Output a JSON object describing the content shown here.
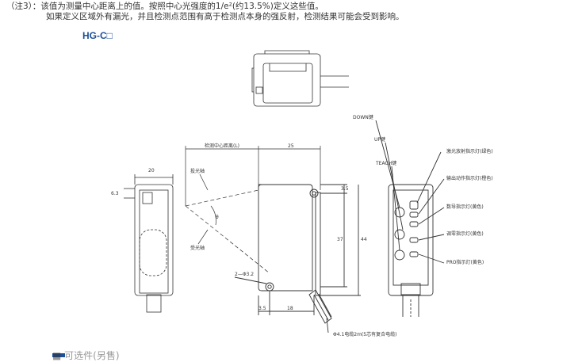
{
  "notes": {
    "line1": "（注3）：该值为测量中心距离上的值。按照中心光强度的1/e²(约13.5%)定义这些值。",
    "line2": "如果定义区域外有漏光，并且检测点范围有高于检测点本身的强反射，检测结果可能会受到影响。"
  },
  "section_title": "HG-C□",
  "dims": {
    "width_20": "20",
    "d_6_3": "6.3",
    "center_distance": "检测中心距离(L)",
    "d_25": "25",
    "d_3_5_top": "3.5",
    "d_37": "37",
    "d_44": "44",
    "hole": "2—Φ3.2",
    "d_3_5_bottom": "3.5",
    "d_18": "18",
    "theta": "θ"
  },
  "labels": {
    "emit_axis": "投光轴",
    "receive_axis": "受光轴",
    "down_key": "DOWN键",
    "up_key": "UP键",
    "teach_key": "TEACH键",
    "laser_led": "激光放射指示灯(绿色)",
    "output_led": "输出动作指示灯(橙色)",
    "digital_led": "数导指示灯(黄色)",
    "adjust_led": "调零指示灯(黄色)",
    "pro_led": "PRO指示灯(黄色)",
    "cable": "Φ4.1电缆2m(5芯有复合电缆)"
  },
  "bottom_heading": "■ 可选件(另售)"
}
